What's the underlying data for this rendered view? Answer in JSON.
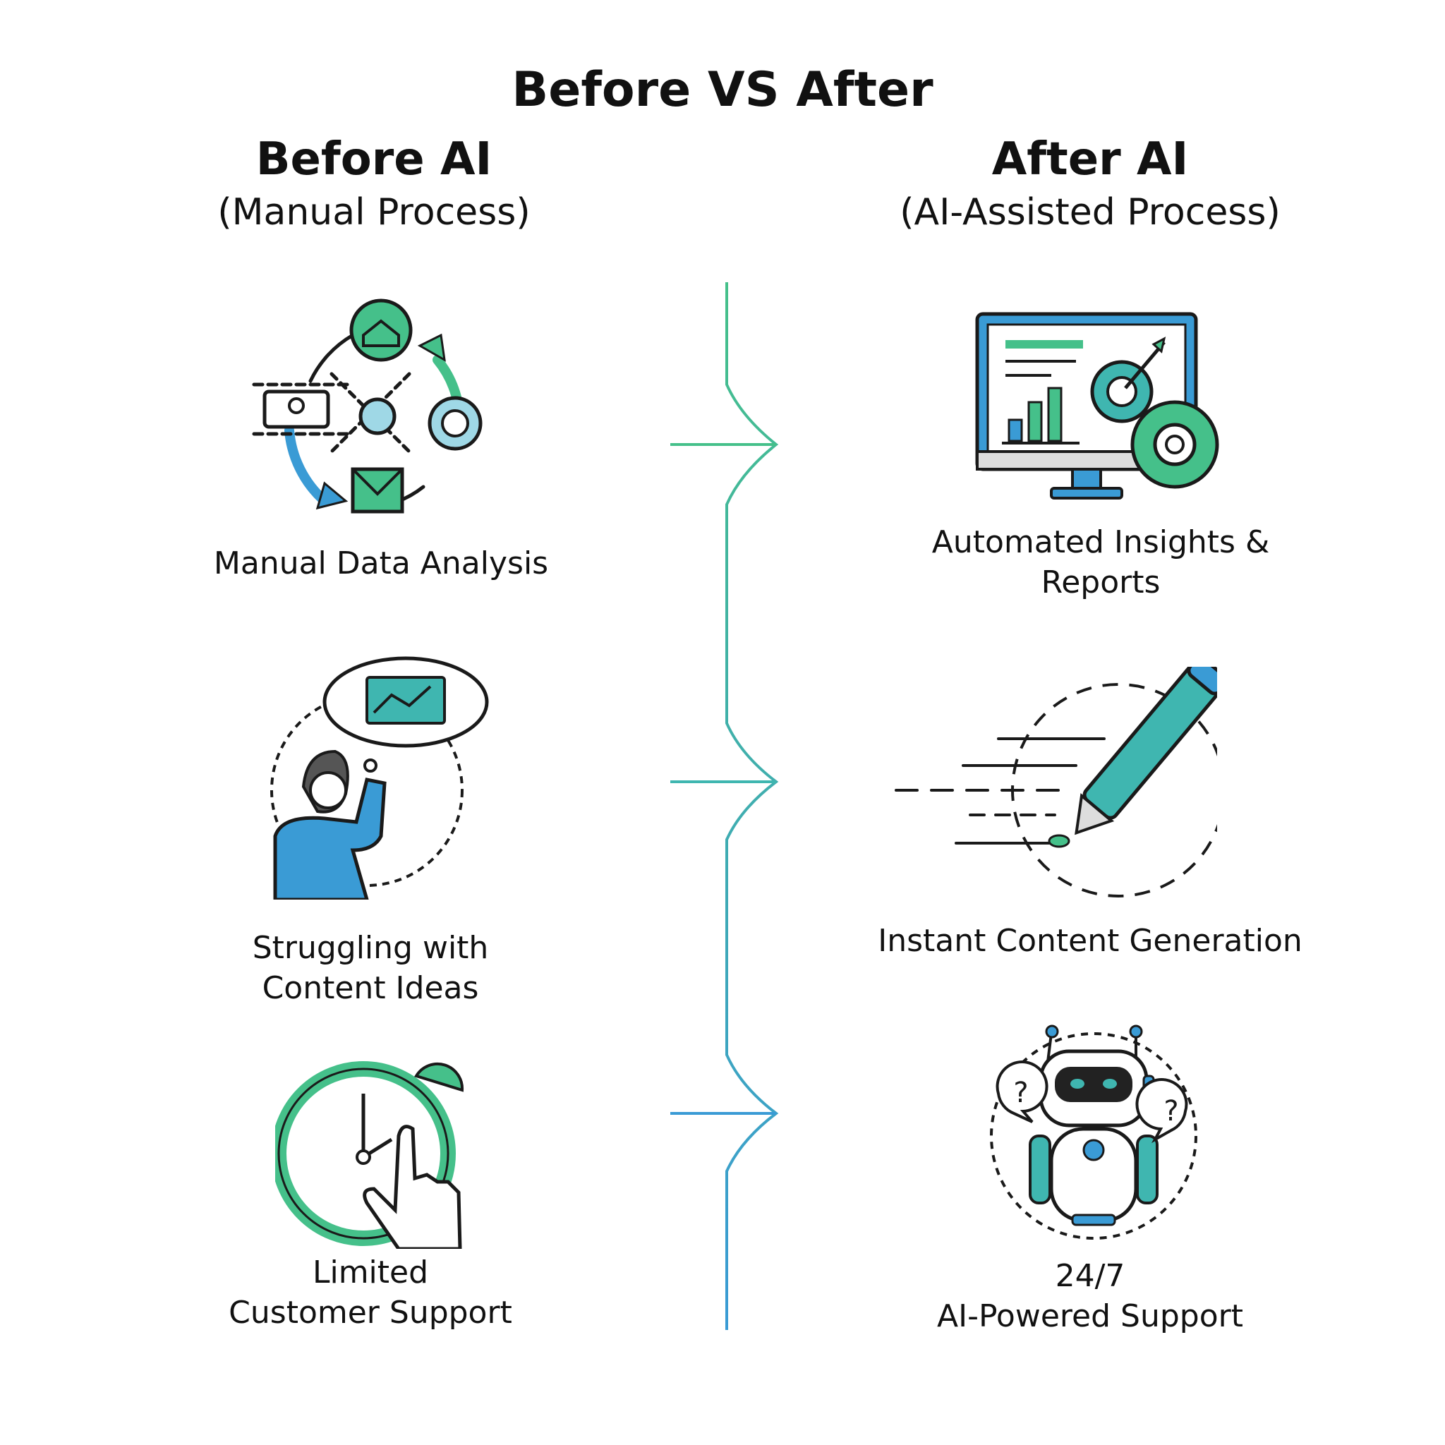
{
  "title": "Before VS After",
  "before": {
    "heading": "Before AI",
    "subheading": "(Manual Process)",
    "items": [
      {
        "icon": "manual-data-cycle-icon",
        "label_lines": [
          "Manual Data Analysis"
        ]
      },
      {
        "icon": "thinking-person-icon",
        "label_lines": [
          "Struggling with",
          "Content Ideas"
        ]
      },
      {
        "icon": "stopwatch-hand-icon",
        "label_lines": [
          "Limited",
          "Customer Support"
        ]
      }
    ]
  },
  "after": {
    "heading": "After AI",
    "subheading": "(AI-Assisted Process)",
    "items": [
      {
        "icon": "dashboard-monitor-icon",
        "label_lines": [
          "Automated Insights &",
          "Reports"
        ]
      },
      {
        "icon": "pen-writing-icon",
        "label_lines": [
          "Instant Content Generation"
        ]
      },
      {
        "icon": "support-robot-icon",
        "label_lines": [
          "24/7",
          "AI-Powered Support"
        ]
      }
    ]
  },
  "colors": {
    "green": "#45c08a",
    "teal": "#3fb6b0",
    "blue": "#3a9bd5",
    "outline": "#1a1a1a"
  }
}
